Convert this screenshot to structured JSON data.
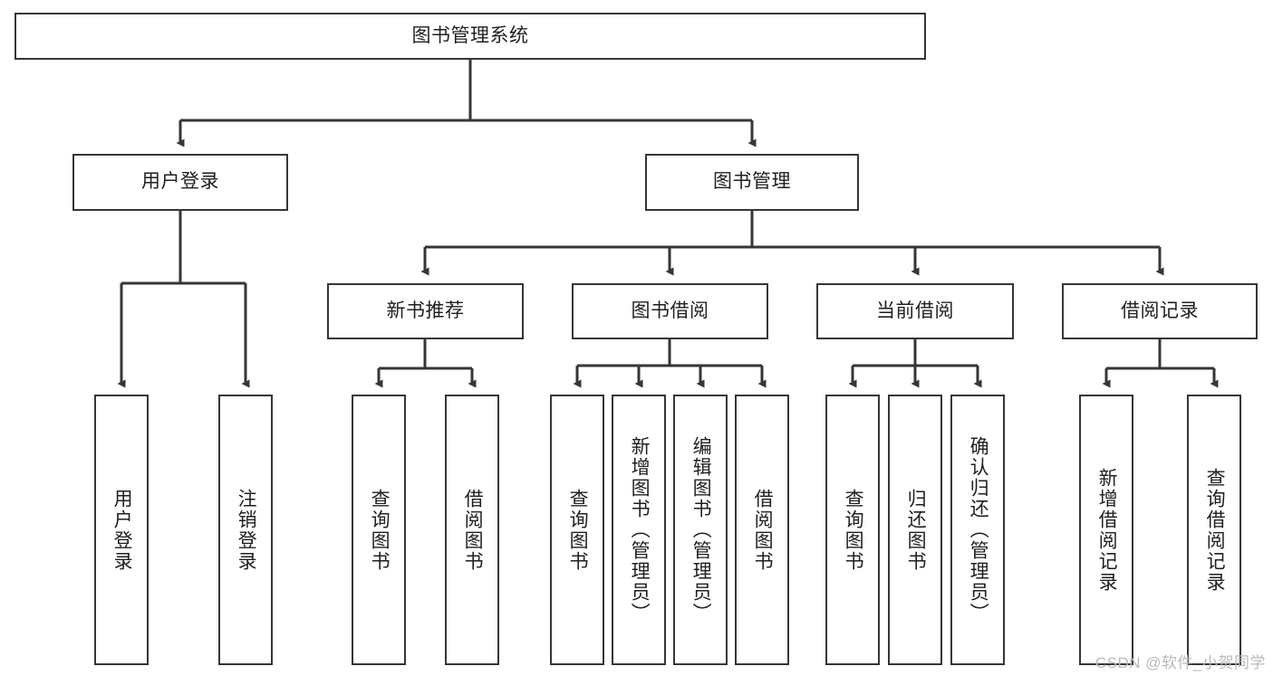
{
  "diagram": {
    "type": "tree-hierarchy",
    "title": "图书管理系统",
    "watermark": "CSDN @软件_小贺同学",
    "colors": {
      "box_border": "#33363a",
      "box_fill": "#ffffff",
      "connector": "#33363a",
      "text": "#1d1f22",
      "watermark": "#b9b9b9"
    },
    "nodes": {
      "root": {
        "label": "图书管理系统"
      },
      "level2": [
        {
          "label": "用户登录"
        },
        {
          "label": "图书管理"
        }
      ],
      "level3": [
        {
          "label": "新书推荐"
        },
        {
          "label": "图书借阅"
        },
        {
          "label": "当前借阅"
        },
        {
          "label": "借阅记录"
        }
      ],
      "leaves": [
        {
          "label": "用户登录",
          "parent": "用户登录"
        },
        {
          "label": "注销登录",
          "parent": "用户登录"
        },
        {
          "label": "查询图书",
          "parent": "新书推荐"
        },
        {
          "label": "借阅图书",
          "parent": "新书推荐"
        },
        {
          "label": "查询图书",
          "parent": "图书借阅"
        },
        {
          "label": "新增图书（管理员）",
          "parent": "图书借阅"
        },
        {
          "label": "编辑图书（管理员）",
          "parent": "图书借阅"
        },
        {
          "label": "借阅图书",
          "parent": "图书借阅"
        },
        {
          "label": "查询图书",
          "parent": "当前借阅"
        },
        {
          "label": "归还图书",
          "parent": "当前借阅"
        },
        {
          "label": "确认归还（管理员）",
          "parent": "当前借阅"
        },
        {
          "label": "新增借阅记录",
          "parent": "借阅记录"
        },
        {
          "label": "查询借阅记录",
          "parent": "借阅记录"
        }
      ]
    }
  }
}
